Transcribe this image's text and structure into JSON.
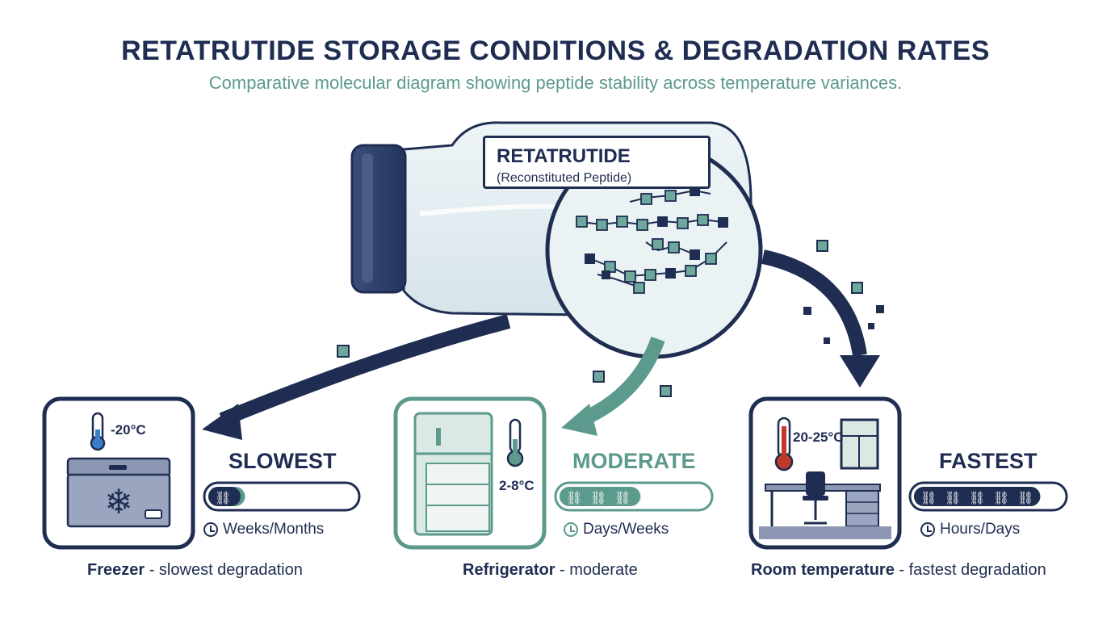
{
  "header": {
    "title": "RETATRUTIDE STORAGE CONDITIONS & DEGRADATION RATES",
    "subtitle": "Comparative molecular diagram showing peptide stability across temperature variances."
  },
  "vial": {
    "label_name": "RETATRUTIDE",
    "label_sub": "(Reconstituted Peptide)"
  },
  "conditions": [
    {
      "temp": "-20°C",
      "rate": "SLOWEST",
      "duration": "Weeks/Months",
      "caption_bold": "Freezer",
      "caption_rest": " - slowest degradation",
      "rate_level": 0.25,
      "broken_links": 1,
      "color": "#1f2d52"
    },
    {
      "temp": "2-8°C",
      "rate": "MODERATE",
      "duration": "Days/Weeks",
      "caption_bold": "Refrigerator",
      "caption_rest": " - moderate",
      "rate_level": 0.55,
      "broken_links": 3,
      "color": "#5d9a8e"
    },
    {
      "temp": "20-25°C",
      "rate": "FASTEST",
      "duration": "Hours/Days",
      "caption_bold": "Room temperature",
      "caption_rest": " - fastest degradation",
      "rate_level": 0.85,
      "broken_links": 5,
      "color": "#1f2d52"
    }
  ],
  "colors": {
    "navy": "#1f2d52",
    "teal": "#5d9a8e",
    "teal_light": "#dbe9e5",
    "gray_blue": "#8c98b3",
    "red": "#c0392b"
  }
}
